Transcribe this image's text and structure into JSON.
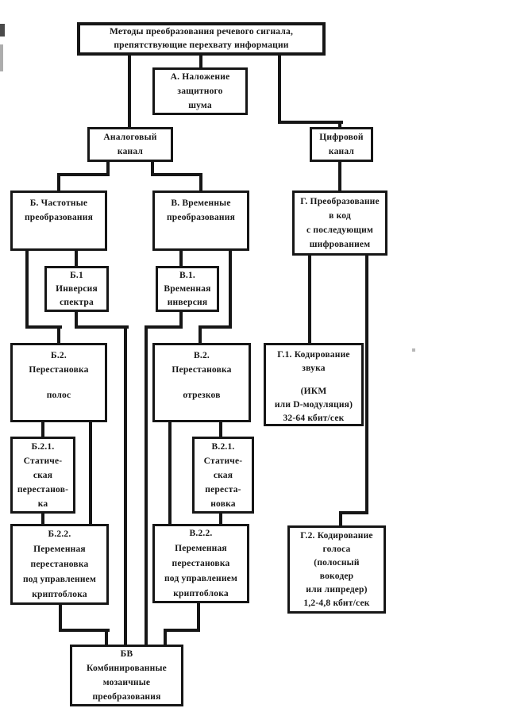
{
  "nodes": {
    "root": {
      "lines": [
        "Методы преобразования речевого сигнала,",
        "препятствующие перехвату информации"
      ]
    },
    "a": {
      "lines": [
        "А. Наложение",
        "защитного",
        "шума"
      ]
    },
    "analog": {
      "lines": [
        "Аналоговый",
        "канал"
      ]
    },
    "digital": {
      "lines": [
        "Цифровой",
        "канал"
      ]
    },
    "b": {
      "lines": [
        "Б. Частотные",
        "преобразования"
      ]
    },
    "v": {
      "lines": [
        "В. Временные",
        "преобразования"
      ]
    },
    "g": {
      "lines": [
        "Г. Преобразование",
        "в код",
        "с последующим",
        "шифрованием"
      ]
    },
    "b1": {
      "lines": [
        "Б.1",
        "Инверсия",
        "спектра"
      ]
    },
    "v1": {
      "lines": [
        "В.1.",
        "Временная",
        "инверсия"
      ]
    },
    "b2": {
      "lines": [
        "Б.2.",
        "Перестановка",
        "полос"
      ]
    },
    "v2": {
      "lines": [
        "В.2.",
        "Перестановка",
        "отрезков"
      ]
    },
    "g1": {
      "lines": [
        "Г.1. Кодирование",
        "звука",
        "(ИКМ",
        "или D-модуляция)",
        "32-64 кбит/сек"
      ]
    },
    "b21": {
      "lines": [
        "Б.2.1.",
        "Статиче-",
        "ская",
        "перестанов-",
        "ка"
      ]
    },
    "v21": {
      "lines": [
        "В.2.1.",
        "Статиче-",
        "ская",
        "переста-",
        "новка"
      ]
    },
    "b22": {
      "lines": [
        "Б.2.2.",
        "Переменная",
        "перестановка",
        "под управлением",
        "криптоблока"
      ]
    },
    "v22": {
      "lines": [
        "В.2.2.",
        "Переменная",
        "перестановка",
        "под управлением",
        "криптоблока"
      ]
    },
    "g2": {
      "lines": [
        "Г.2. Кодирование",
        "голоса",
        "(полосный",
        "вокодер",
        "или липредер)",
        "1,2-4,8 кбит/сек"
      ]
    },
    "bv": {
      "lines": [
        "БВ",
        "Комбинированные",
        "мозаичные",
        "преобразования"
      ]
    }
  },
  "colors": {
    "ink": "#161616",
    "background": "#ffffff"
  }
}
